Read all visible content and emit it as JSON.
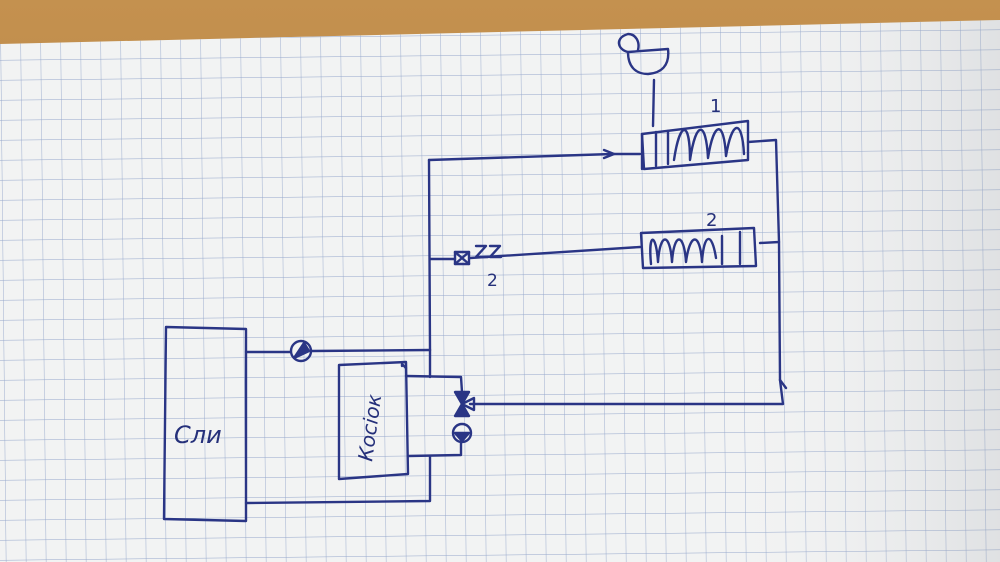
{
  "page": {
    "ink_color": "#2a3585",
    "paper_color": "#f3f4f4",
    "grid_color": "#8fa2c8",
    "desk_color": "#b98a52"
  },
  "labels": {
    "tank": "Сли",
    "boiler": "Коcioк",
    "radiator_1": "1",
    "radiator_2": "2",
    "valve_2": "2"
  },
  "icons": {
    "pumps": [
      "pump-symbol",
      "pump-symbol"
    ],
    "valves": [
      "three-way-valve",
      "shutoff-valve"
    ],
    "vessel": "expansion-vessel"
  }
}
